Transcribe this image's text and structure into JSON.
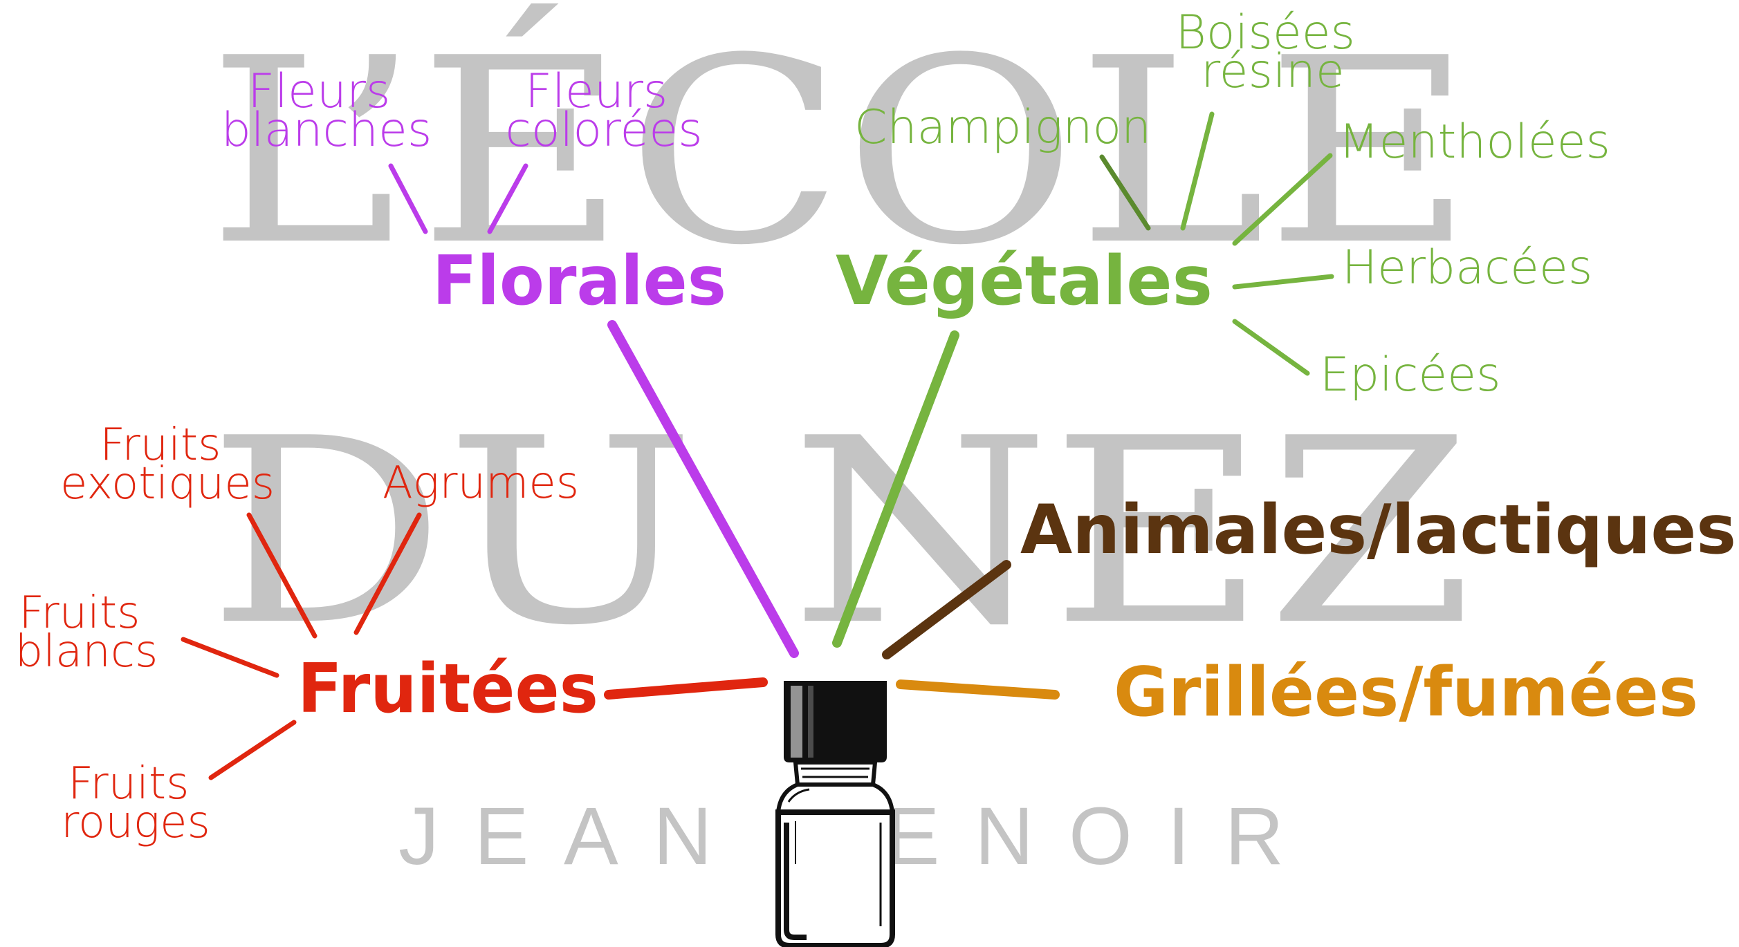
{
  "watermark": {
    "line1": "L’ÉCOLE",
    "line2": "DU NEZ",
    "line3": "JEAN LENOIR"
  },
  "colors": {
    "florales": "#bb3cea",
    "vegetales": "#76b43f",
    "animales": "#5b3410",
    "grillees": "#d98a0f",
    "fruitees": "#e0260f",
    "watermark": "#c4c4c4",
    "bottle": "#111111"
  },
  "center_icon": "perfume-bottle-icon",
  "families": {
    "florales": {
      "label": "Florales",
      "subs": [
        "Fleurs blanches",
        "Fleurs colorées"
      ]
    },
    "vegetales": {
      "label": "Végétales",
      "subs": [
        "Champignon",
        "Boisées résine",
        "Mentholées",
        "Herbacées",
        "Epicées"
      ]
    },
    "animales": {
      "label": "Animales/lactiques"
    },
    "grillees": {
      "label": "Grillées/fumées"
    },
    "fruitees": {
      "label": "Fruitées",
      "subs": [
        "Fruits exotiques",
        "Agrumes",
        "Fruits blancs",
        "Fruits rouges"
      ]
    }
  }
}
